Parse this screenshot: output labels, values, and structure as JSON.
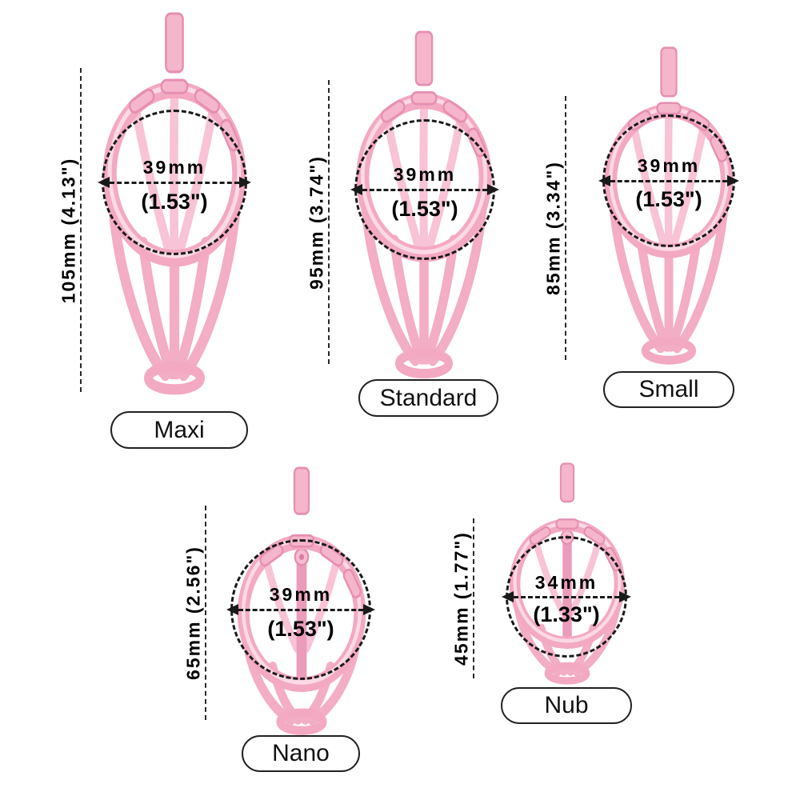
{
  "sizes": [
    {
      "name": "Maxi",
      "length": "105mm (4.13\")",
      "dia_mm": "39mm",
      "dia_in": "(1.53\")"
    },
    {
      "name": "Standard",
      "length": "95mm (3.74\")",
      "dia_mm": "39mm",
      "dia_in": "(1.53\")"
    },
    {
      "name": "Small",
      "length": "85mm (3.34\")",
      "dia_mm": "39mm",
      "dia_in": "(1.53\")"
    },
    {
      "name": "Nano",
      "length": "65mm (2.56\")",
      "dia_mm": "39mm",
      "dia_in": "(1.53\")"
    },
    {
      "name": "Nub",
      "length": "45mm (1.77\")",
      "dia_mm": "34mm",
      "dia_in": "(1.33\")"
    }
  ],
  "colors": {
    "product_pink": "#f3a9c2",
    "product_pink_light": "#f8c3d6",
    "annotation": "#1a1a1a",
    "background": "#ffffff"
  }
}
